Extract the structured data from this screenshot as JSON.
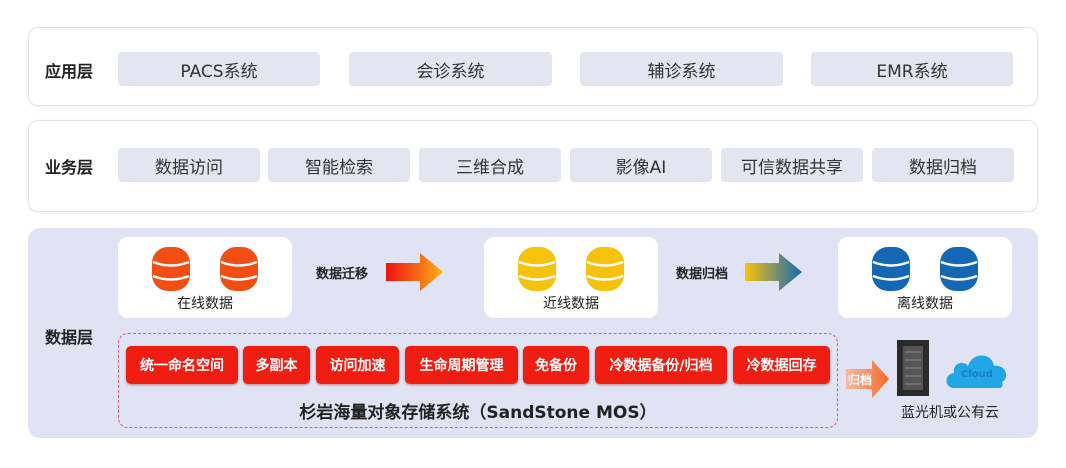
{
  "app_layer": {
    "label": "应用层",
    "items": [
      "PACS系统",
      "会诊系统",
      "辅诊系统",
      "EMR系统"
    ]
  },
  "business_layer": {
    "label": "业务层",
    "items": [
      "数据访问",
      "智能检索",
      "三维合成",
      "影像AI",
      "可信数据共享",
      "数据归档"
    ]
  },
  "data_layer": {
    "label": "数据层",
    "tiers": [
      {
        "label": "在线数据",
        "color": "#f24e14"
      },
      {
        "label": "近线数据",
        "color": "#f7c20c"
      },
      {
        "label": "离线数据",
        "color": "#1467b5"
      }
    ],
    "migrate_label": "数据迁移",
    "archive_label": "数据归档",
    "features": [
      "统一命名空间",
      "多副本",
      "访问加速",
      "生命周期管理",
      "免备份",
      "冷数据备份/归档",
      "冷数据回存"
    ],
    "system_title": "杉岩海量对象存储系统（SandStone MOS）",
    "archive_arrow_label": "归档",
    "cloud_label": "Cloud",
    "target_label": "蓝光机或公有云"
  }
}
